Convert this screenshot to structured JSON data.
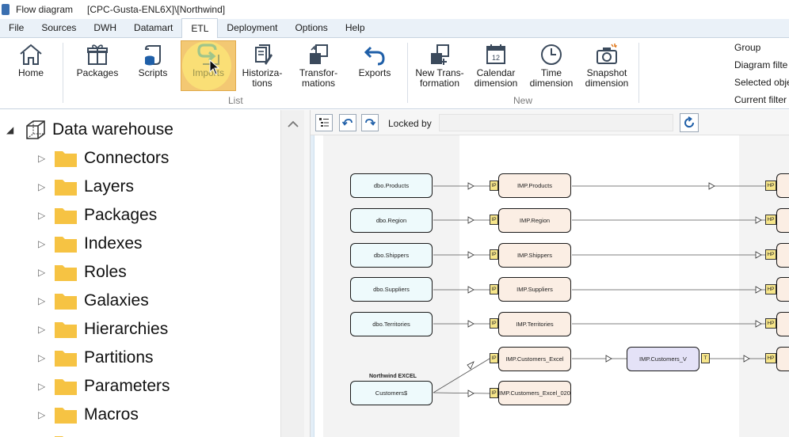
{
  "window": {
    "title": "Flow diagram",
    "path": "[CPC-Gusta-ENL6X]\\[Northwind]"
  },
  "menu": {
    "items": [
      "File",
      "Sources",
      "DWH",
      "Datamart",
      "ETL",
      "Deployment",
      "Options",
      "Help"
    ],
    "active": "ETL"
  },
  "ribbon": {
    "home": "Home",
    "packages": "Packages",
    "scripts": "Scripts",
    "imports": "Imports",
    "historizations": "Historiza-\ntions",
    "transformations": "Transfor-\nmations",
    "exports": "Exports",
    "group_list": "List",
    "new_transformation": "New Trans-\nformation",
    "calendar_dimension": "Calendar\ndimension",
    "time_dimension": "Time\ndimension",
    "snapshot_dimension": "Snapshot\ndimension",
    "group_new": "New",
    "calendar_day": "12",
    "right_labels": [
      "Group",
      "Diagram filte",
      "Selected obje",
      "Current filter"
    ]
  },
  "tree": {
    "root": "Data warehouse",
    "children": [
      "Connectors",
      "Layers",
      "Packages",
      "Indexes",
      "Roles",
      "Galaxies",
      "Hierarchies",
      "Partitions",
      "Parameters",
      "Macros"
    ]
  },
  "diagram_toolbar": {
    "locked_by_label": "Locked by",
    "locked_by_value": ""
  },
  "diagram": {
    "source_group_label": "Northwind EXCEL",
    "sources": [
      "dbo.Products",
      "dbo.Region",
      "dbo.Shippers",
      "dbo.Suppliers",
      "dbo.Territories",
      "Customers$"
    ],
    "imports": [
      "IMP.Products",
      "IMP.Region",
      "IMP.Shippers",
      "IMP.Suppliers",
      "IMP.Territories",
      "IMP.Customers_Excel",
      "IMP.Customers_Excel_020"
    ],
    "import_tag": "IP",
    "transform": "IMP.Customers_V",
    "transform_tag": "T",
    "hist_tag": "HP"
  },
  "colors": {
    "menu_bg": "#eaf1f8",
    "highlight": "#f3c873",
    "source_fill": "#eefafc",
    "import_fill": "#fbeee4",
    "view_fill": "#e4e2f7",
    "tag_fill": "#f7e68a",
    "folder": "#f6c343",
    "icon_dark": "#3b4a5c",
    "icon_blue": "#1f5fa8"
  }
}
